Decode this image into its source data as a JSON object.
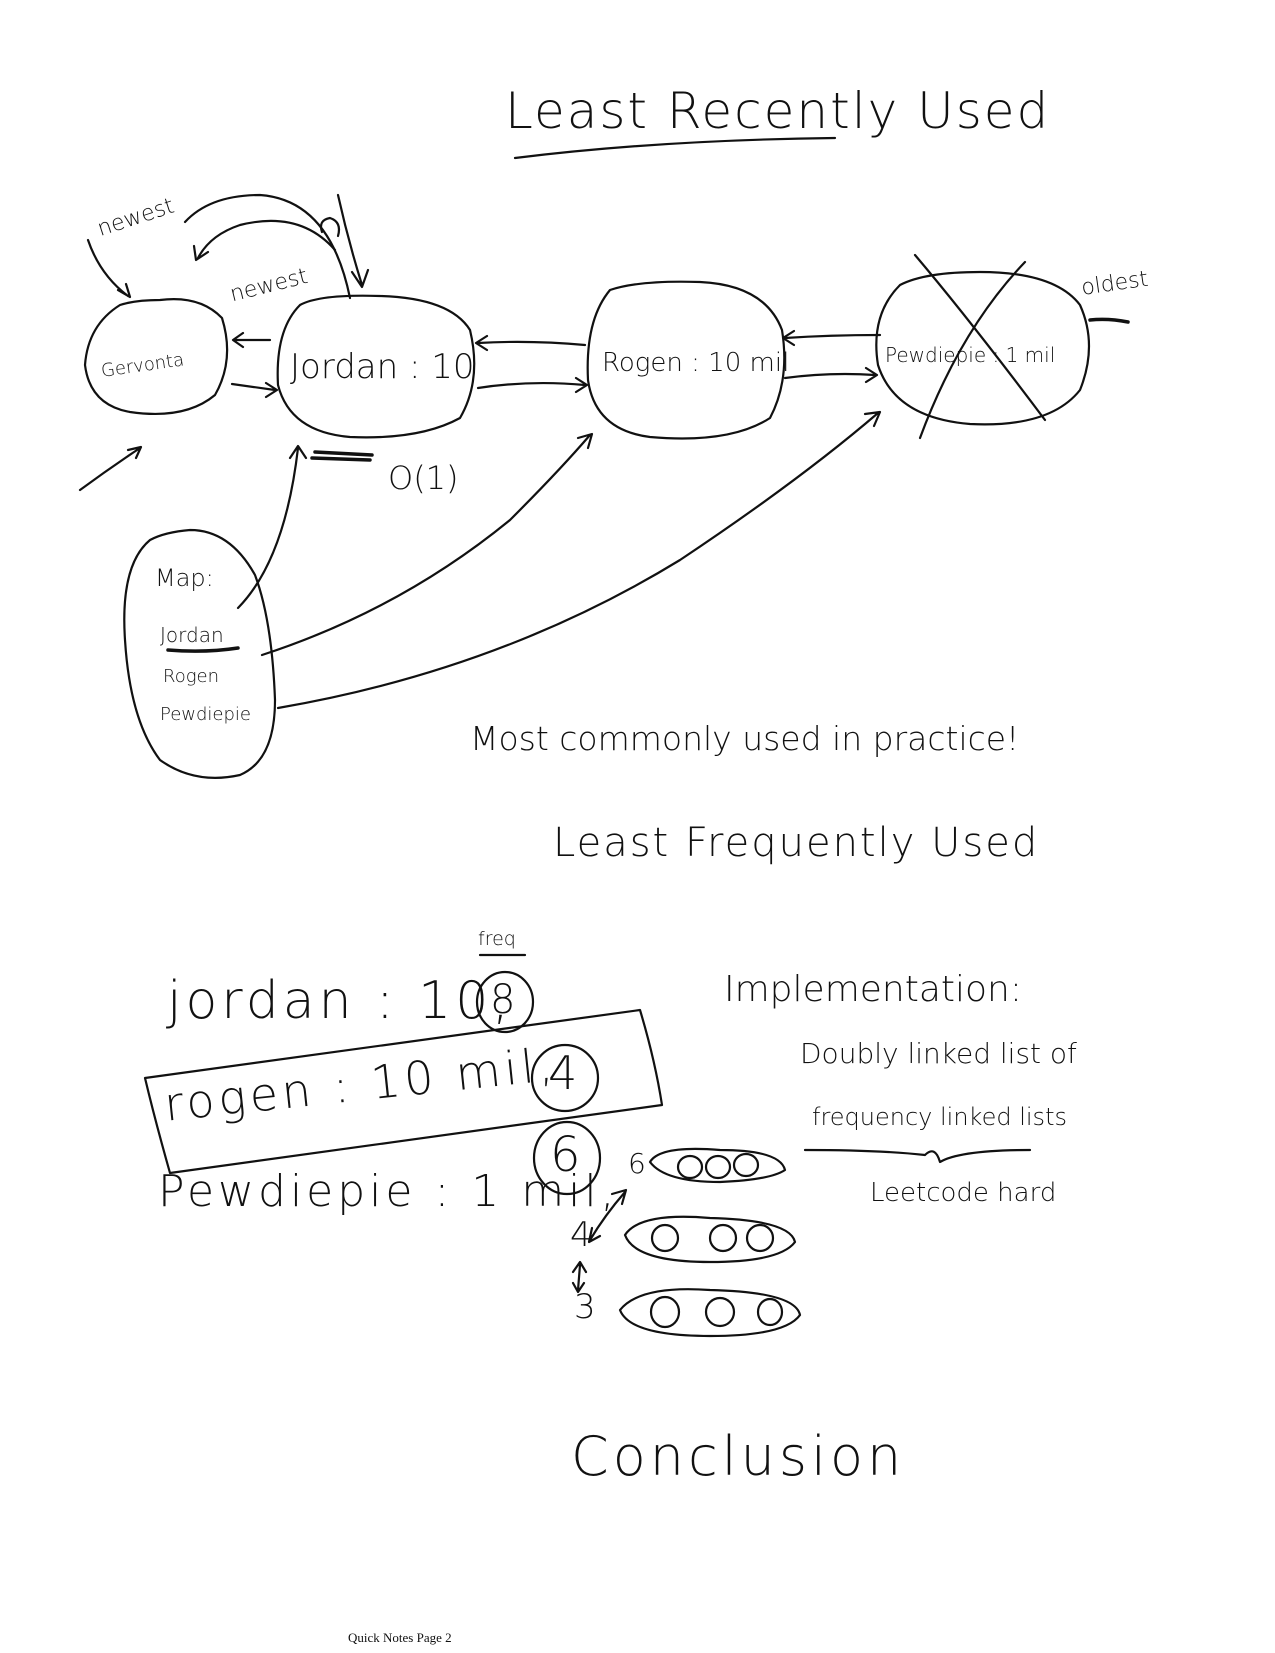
{
  "lru": {
    "title": "Least Recently Used",
    "labels": {
      "newest_1": "newest",
      "newest_2": "newest",
      "oldest": "oldest",
      "complexity": "O(1)"
    },
    "nodes": [
      {
        "text": "Gervonta"
      },
      {
        "text": "Jordan : 10"
      },
      {
        "text": "Rogen : 10 mil"
      },
      {
        "text": "Pewdiepie : 1 mil"
      }
    ],
    "map": {
      "heading": "Map:",
      "keys": [
        "Jordan",
        "Rogen",
        "Pewdiepie"
      ]
    },
    "note": "Most commonly used in practice!"
  },
  "lfu": {
    "title": "Least Frequently Used",
    "freq_label": "freq",
    "entries": [
      {
        "text": "jordan : 10,",
        "freq": "8"
      },
      {
        "text": "rogen : 10 mil,",
        "freq": "4"
      },
      {
        "text": "Pewdiepie : 1 mil,",
        "freq": "6"
      }
    ],
    "implementation": {
      "heading": "Implementation:",
      "line1": "Doubly linked list of",
      "line2": "frequency linked lists",
      "line3": "Leetcode hard"
    },
    "freq_buckets": [
      "6",
      "4",
      "3"
    ]
  },
  "conclusion": "Conclusion",
  "footer": "Quick Notes Page 2"
}
